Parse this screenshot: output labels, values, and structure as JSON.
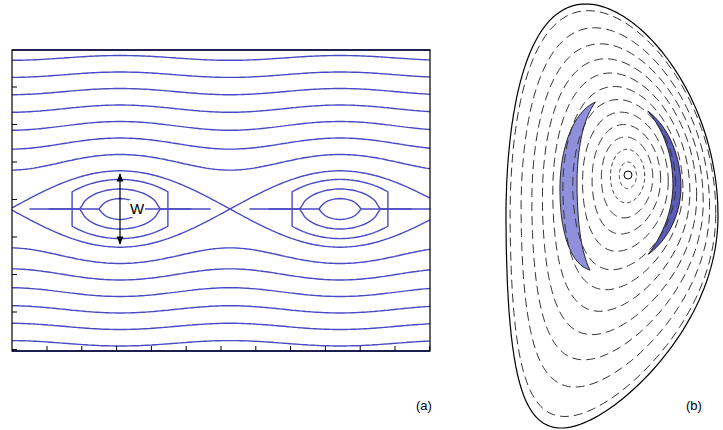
{
  "diagram": {
    "labels": [
      "W",
      "(a)",
      "(b)"
    ]
  }
}
